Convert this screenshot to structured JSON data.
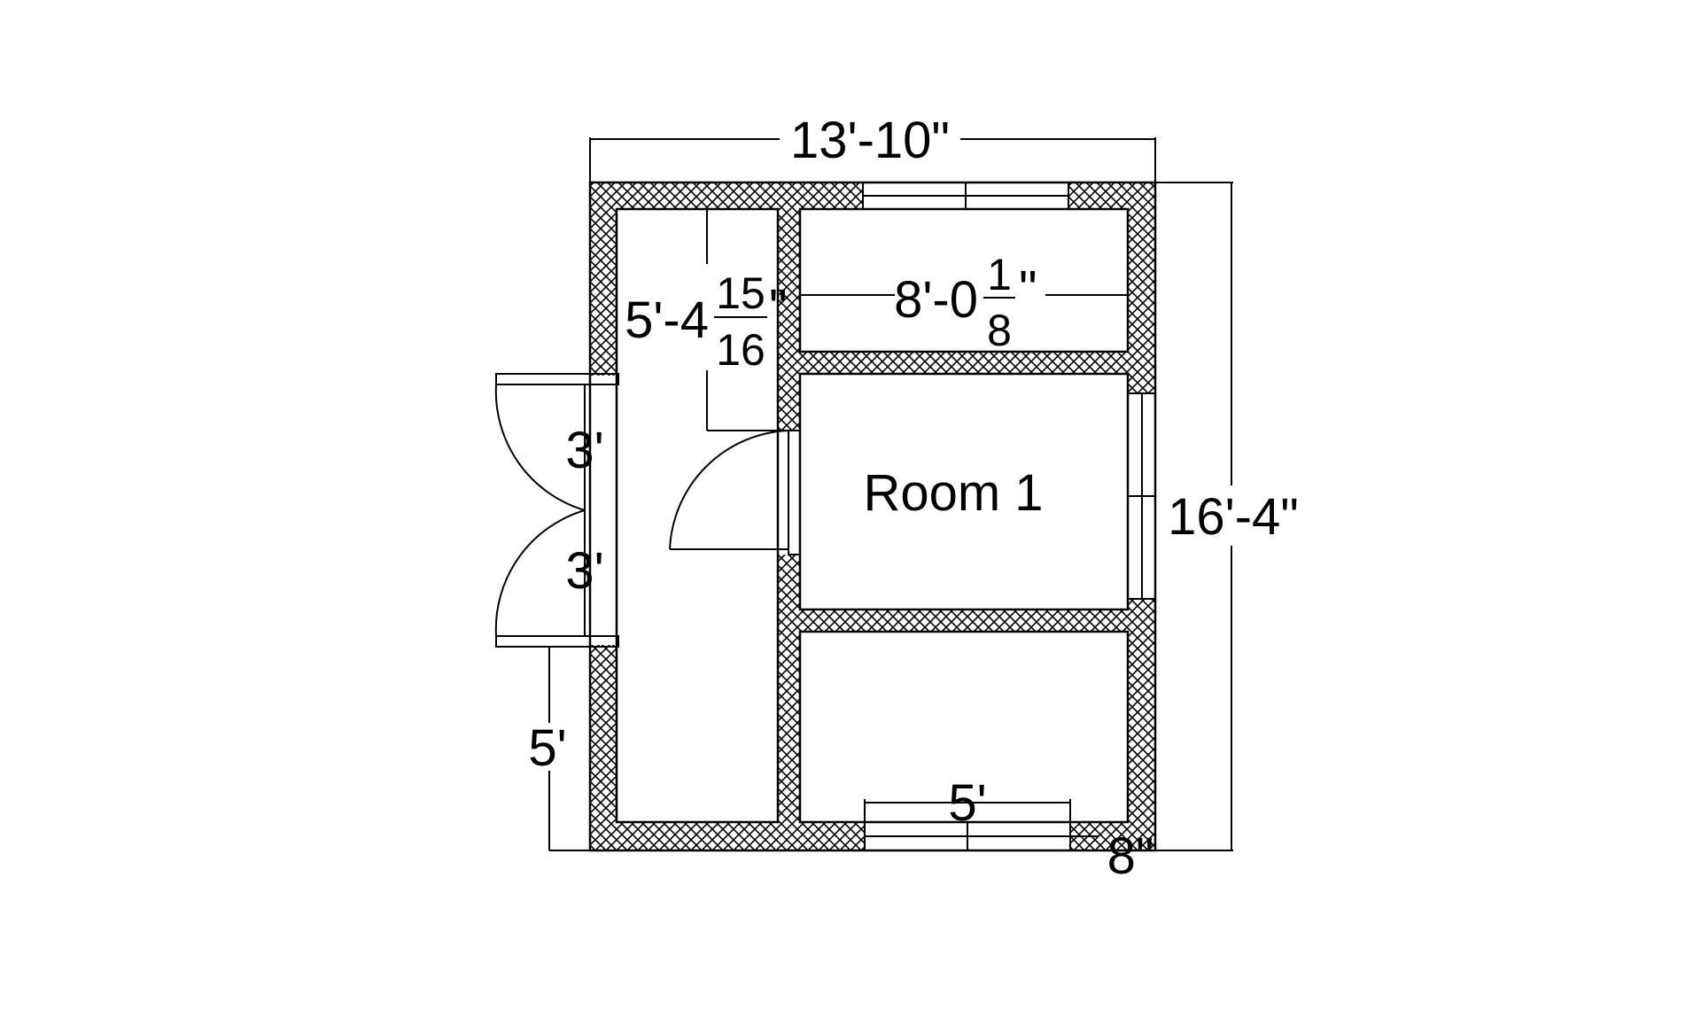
{
  "plan": {
    "overall_width_label": "13'-10\"",
    "overall_height_label": "16'-4\"",
    "room_label": "Room 1",
    "corridor_dimension": {
      "whole": "5'-4",
      "numerator": "15",
      "denominator": "16",
      "unit": "\""
    },
    "closet_dimension": {
      "whole": "8'-0",
      "numerator": "1",
      "denominator": "8",
      "unit": "\""
    },
    "door_upper_label": "3'",
    "door_lower_label": "3'",
    "entry_offset_label": "5'",
    "bottom_window_label": "5'",
    "wall_thickness_label": "8\""
  },
  "colors": {
    "line": "#000000",
    "background": "#ffffff"
  }
}
